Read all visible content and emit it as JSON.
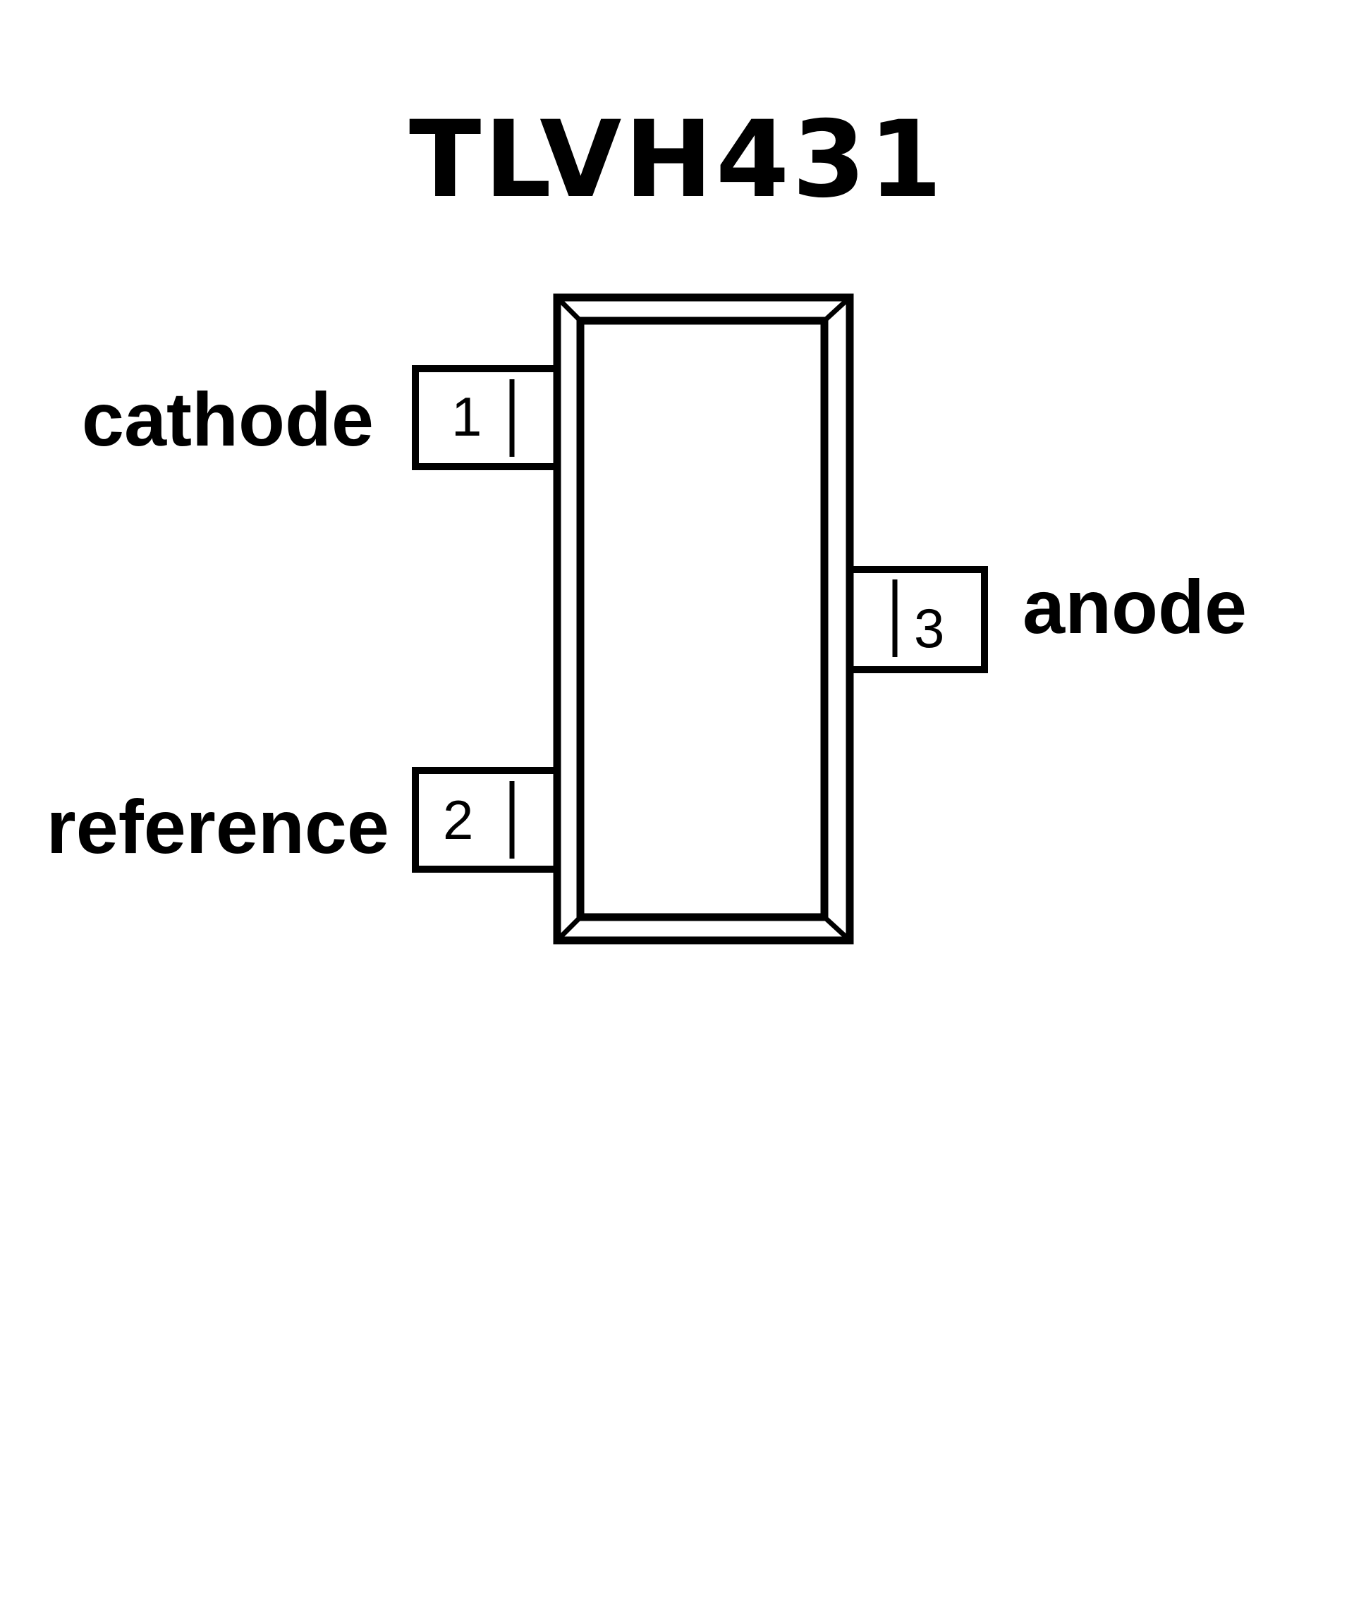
{
  "title": "TLVH431",
  "package": {
    "pins": [
      {
        "number": "1",
        "name": "cathode",
        "side": "left"
      },
      {
        "number": "2",
        "name": "reference",
        "side": "left"
      },
      {
        "number": "3",
        "name": "anode",
        "side": "right"
      }
    ]
  },
  "colors": {
    "stroke": "#000000",
    "background": "#ffffff"
  }
}
